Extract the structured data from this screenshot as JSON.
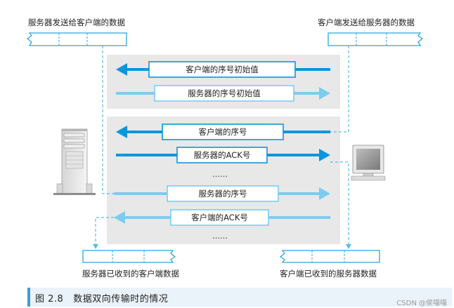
{
  "labels": {
    "server_send_title": "服务器发送给客户端的数据",
    "client_send_title": "客户端发送给服务器的数据",
    "server_received": "服务器已收到的客户端数据",
    "client_received": "客户端已收到的服务器数据"
  },
  "arrows": [
    {
      "text": "客户端的序号初始值",
      "direction": "left",
      "style": "dark"
    },
    {
      "text": "服务器的序号初始值",
      "direction": "right",
      "style": "light"
    },
    {
      "text": "客户端的序号",
      "direction": "left",
      "style": "dark"
    },
    {
      "text": "服务器的ACK号",
      "direction": "right",
      "style": "dark"
    },
    {
      "text": "服务器的序号",
      "direction": "right",
      "style": "light"
    },
    {
      "text": "客户端的ACK号",
      "direction": "left",
      "style": "light"
    }
  ],
  "ellipsis": "……",
  "caption": {
    "figure": "图 2.8",
    "title": "数据双向传输时的情况"
  },
  "watermark": "CSDN @侯喵喵",
  "colors": {
    "dark_arrow": "#0a96dd",
    "light_arrow": "#7cccf0",
    "panel": "#e8e8e8",
    "dashed": "#5bbbe8",
    "caption_accent": "#3f9bd6"
  },
  "icons": {
    "server": "server-tower-icon",
    "client": "desktop-monitor-icon"
  }
}
